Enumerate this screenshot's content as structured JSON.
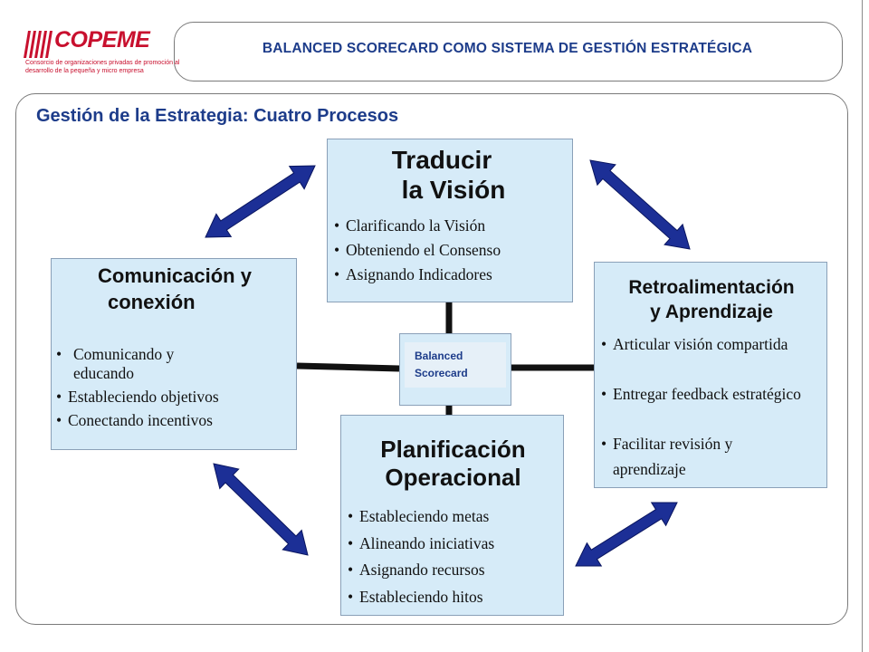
{
  "header": {
    "title": "BALANCED SCORECARD COMO SISTEMA DE GESTIÓN ESTRATÉGICA",
    "logo_name": "COPEME",
    "logo_tagline": "Consorcio de organizaciones privadas de promoción al desarrollo de la pequeña y micro empresa"
  },
  "section_title": "Gestión de la Estrategia: Cuatro Procesos",
  "center": {
    "label_line1": "Balanced",
    "label_line2": "Scorecard"
  },
  "boxes": {
    "top": {
      "heading_line1": "Traducir",
      "heading_line2": "la Visión",
      "items": [
        "Clarificando la Visión",
        "Obteniendo el Consenso",
        "Asignando Indicadores"
      ]
    },
    "left": {
      "heading_line1": "Comunicación y",
      "heading_line2": "conexión",
      "items": [
        "Comunicando y educando",
        "Estableciendo objetivos",
        "Conectando incentivos"
      ]
    },
    "right": {
      "heading_line1": "Retroalimentación",
      "heading_line2": "y Aprendizaje",
      "items": [
        "Articular visión compartida",
        "Entregar feedback estratégico",
        "Facilitar revisión y aprendizaje"
      ]
    },
    "bottom": {
      "heading_line1": "Planificación",
      "heading_line2": "Operacional",
      "items": [
        "Estableciendo metas",
        "Alineando iniciativas",
        "Asignando recursos",
        "Estableciendo hitos"
      ]
    }
  },
  "colors": {
    "title": "#1d3c8a",
    "brand_red": "#c8102e",
    "box_fill": "#d6ebf8",
    "arrow": "#1c2f96"
  }
}
